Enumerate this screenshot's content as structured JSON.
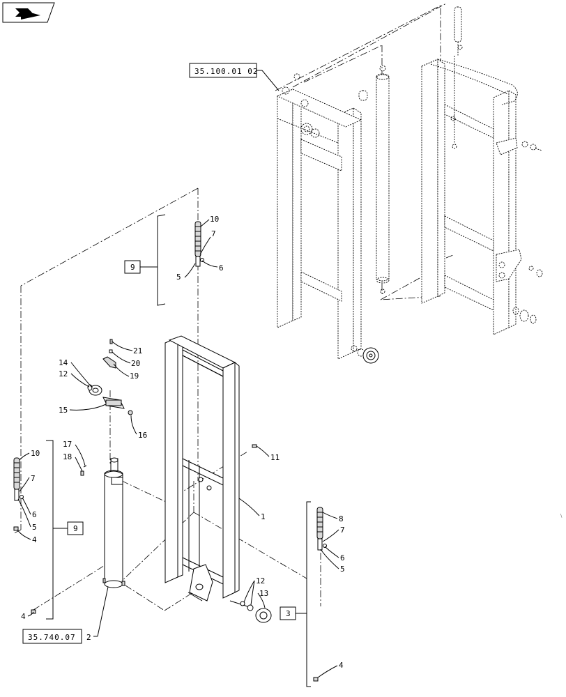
{
  "callouts": {
    "top_ref": "35.100.01 02",
    "bottom_ref": "35.740.07",
    "bottom_ref_item": "2",
    "box_9_upper": "9",
    "box_9_lower": "9",
    "box_3": "3"
  },
  "labels": {
    "l10a": "10",
    "l7a": "7",
    "l5a": "5",
    "l6a": "6",
    "l21": "21",
    "l20": "20",
    "l19": "19",
    "l14": "14",
    "l12a": "12",
    "l15": "15",
    "l16": "16",
    "l17": "17",
    "l18": "18",
    "l11": "11",
    "l1": "1",
    "l10b": "10",
    "l7b": "7",
    "l6b": "6",
    "l5b": "5",
    "l4b": "4",
    "l12b": "12",
    "l13": "13",
    "l8": "8",
    "l7c": "7",
    "l6c": "6",
    "l5c": "5",
    "l4a": "4",
    "l4c": "4"
  }
}
